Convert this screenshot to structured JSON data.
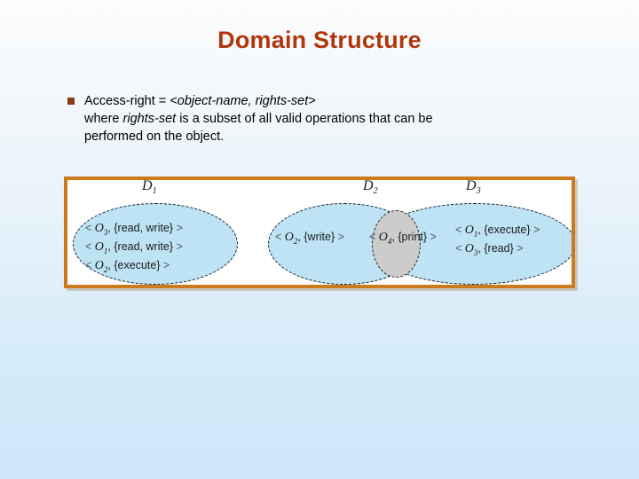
{
  "slide": {
    "title": "Domain Structure",
    "title_color": "#b1360c",
    "background_top": "#fbfcfd",
    "background_bottom": "#cde7f8"
  },
  "bullet": {
    "marker": "square-bullet",
    "marker_color": "#8c3a13",
    "line1_prefix": "Access-right = ",
    "line1_italic": "<object-name, rights-set>",
    "line2_prefix": "where ",
    "line2_italic": "rights-set",
    "line2_suffix": " is a subset of all valid operations that can be",
    "line3": "performed on the object."
  },
  "figure": {
    "frame_color": "#cc7a1c",
    "ellipse_fill": "#bee3f5",
    "intersection_fill": "#cccccc",
    "domains": [
      {
        "label": "D",
        "subscript": "1",
        "entries": [
          {
            "object": "O",
            "object_sub": "3",
            "rights": "{read, write}"
          },
          {
            "object": "O",
            "object_sub": "1",
            "rights": "{read, write}"
          },
          {
            "object": "O",
            "object_sub": "2",
            "rights": "{execute}"
          }
        ]
      },
      {
        "label": "D",
        "subscript": "2",
        "entries": [
          {
            "object": "O",
            "object_sub": "2",
            "rights": "{write}"
          }
        ]
      },
      {
        "label": "D",
        "subscript": "3",
        "entries": [
          {
            "object": "O",
            "object_sub": "1",
            "rights": "{execute}"
          },
          {
            "object": "O",
            "object_sub": "3",
            "rights": "{read}"
          }
        ]
      }
    ],
    "intersection": {
      "name": "D2-D3-intersection",
      "entries": [
        {
          "object": "O",
          "object_sub": "4",
          "rights": "{print}"
        }
      ]
    },
    "angle_open": "<",
    "angle_close": ">",
    "separator": ", "
  }
}
